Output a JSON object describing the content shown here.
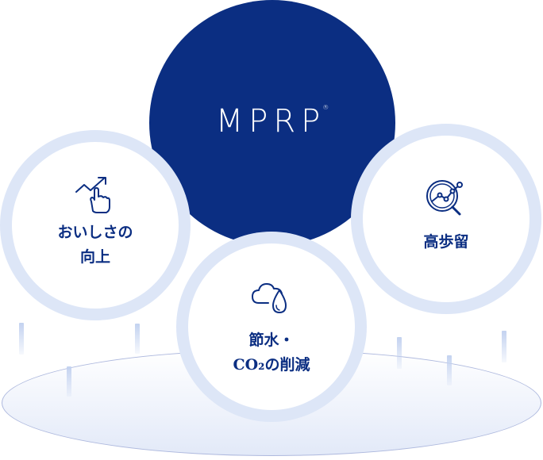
{
  "brand": {
    "name": "MPRP",
    "mark": "®"
  },
  "benefits": [
    {
      "icon": "touch-trend-icon",
      "line1": "おいしさの",
      "line2": "向上"
    },
    {
      "icon": "analysis-magnifier-icon",
      "line1": "高歩留",
      "line2": ""
    },
    {
      "icon": "cloud-water-drop-icon",
      "line1": "節水・",
      "line2": "CO₂の削減"
    }
  ],
  "colors": {
    "navy": "#0b2e82",
    "ring": "#dde6f7",
    "floor_edge": "#aeb9de"
  }
}
